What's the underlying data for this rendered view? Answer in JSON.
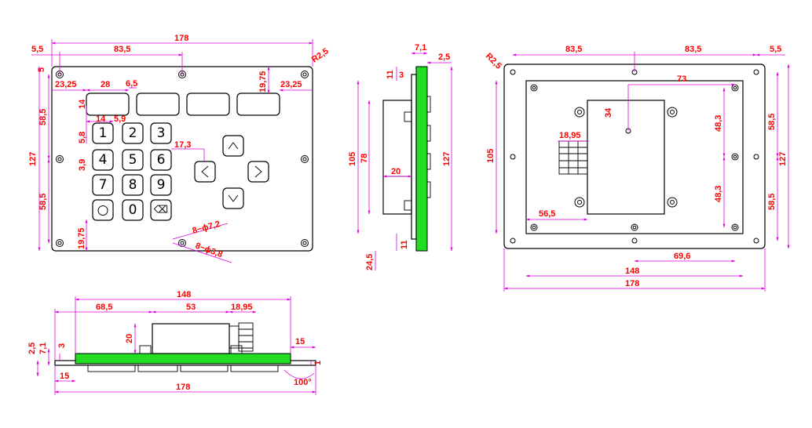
{
  "front_view": {
    "dims": {
      "overall_width": "178",
      "left_offset": "5,5",
      "hole_pitch": "83,5",
      "corner_radius": "R2,5",
      "top_5": "5",
      "window_left": "23,25",
      "window_width": "28",
      "window_gap": "6,5",
      "window_top": "19,75",
      "window_right": "23,25",
      "key_pitch": "14",
      "key_gap": "5,9",
      "key_size": "14",
      "key_row_gap": "5,8",
      "key_col_gap": "3,9",
      "upper_half": "58,5",
      "lower_half": "58,5",
      "overall_height": "127",
      "bottom_offset": "19,75",
      "nav_offset": "17,3",
      "mounting_holes": "8−ϕ7,2",
      "drill_holes": "8−ϕ3,8"
    },
    "keypad": [
      "1",
      "2",
      "3",
      "4",
      "5",
      "6",
      "7",
      "8",
      "9",
      "○",
      "0",
      "⌫"
    ],
    "nav_keys": [
      "chevron-up",
      "chevron-left",
      "chevron-right",
      "chevron-down"
    ]
  },
  "side_view": {
    "dims": {
      "top_thickness": "7,1",
      "right_thickness": "2,5",
      "module_top": "11",
      "module_depth": "3",
      "module_height": "105",
      "inner_height": "78",
      "connector": "20",
      "overall_height": "127",
      "bottom_offset": "11",
      "extra": "24,5"
    }
  },
  "rear_view": {
    "dims": {
      "corner_radius": "R2,5",
      "hole_pitch_left": "83,5",
      "hole_pitch_right": "83,5",
      "right_offset": "5,5",
      "box_width": "73",
      "box_offset": "34",
      "cable_gland": "18,95",
      "upper_half": "48,3",
      "lower_half": "48,3",
      "outer_upper": "58,5",
      "outer_lower": "58,5",
      "overall_height": "127",
      "inner_height": "105",
      "left_box": "56,5",
      "right_box": "69,6",
      "inner_width": "148",
      "overall_width": "178"
    }
  },
  "bottom_view": {
    "dims": {
      "inner_width": "148",
      "left_box": "68,5",
      "box_width": "53",
      "gland": "18,95",
      "box_height": "20",
      "plate": "2,5",
      "thickness": "7,1",
      "step": "3",
      "right_15": "15",
      "right_1": "1",
      "left_15": "15",
      "overall_width": "178",
      "angle": "100°"
    }
  }
}
